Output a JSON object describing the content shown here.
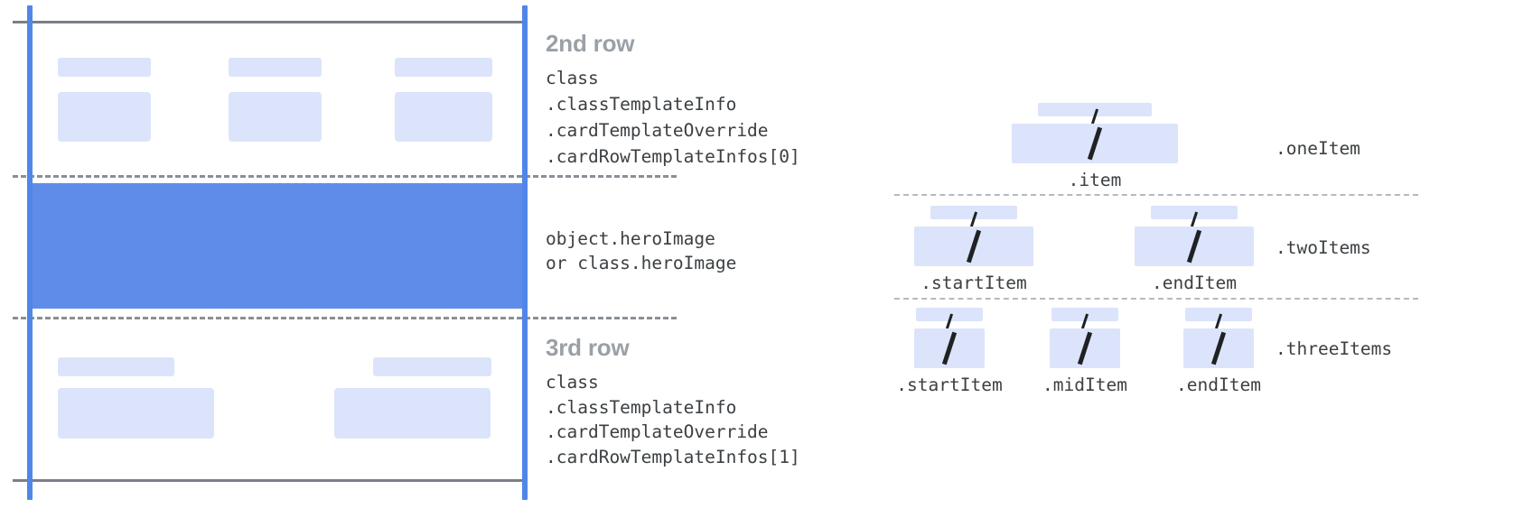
{
  "diagram": {
    "title_hidden": "",
    "left_panel": {
      "rows": [
        {
          "name": "second-row",
          "title": "2nd row",
          "code_lines": [
            "class",
            ".classTemplateInfo",
            ".cardTemplateOverride",
            ".cardRowTemplateInfos[0]"
          ],
          "placeholders": [
            {
              "kind": "label-bar"
            },
            {
              "kind": "label-bar"
            },
            {
              "kind": "label-bar"
            },
            {
              "kind": "value-box"
            },
            {
              "kind": "value-box"
            },
            {
              "kind": "value-box"
            }
          ]
        },
        {
          "name": "hero-image-row",
          "title": "",
          "code_lines": [
            "object.heroImage",
            "or class.heroImage"
          ],
          "placeholders": []
        },
        {
          "name": "third-row",
          "title": "3rd row",
          "code_lines": [
            "class",
            ".classTemplateInfo",
            ".cardTemplateOverride",
            ".cardRowTemplateInfos[1]"
          ],
          "placeholders": [
            {
              "kind": "label-bar"
            },
            {
              "kind": "label-bar"
            },
            {
              "kind": "value-box"
            },
            {
              "kind": "value-box"
            }
          ]
        }
      ]
    },
    "right_panel": {
      "groups": [
        {
          "name": "one-item",
          "group_label": ".oneItem",
          "items": [
            {
              "label": ".item",
              "glyph": "/"
            }
          ]
        },
        {
          "name": "two-items",
          "group_label": ".twoItems",
          "items": [
            {
              "label": ".startItem",
              "glyph": "/"
            },
            {
              "label": ".endItem",
              "glyph": "/"
            }
          ]
        },
        {
          "name": "three-items",
          "group_label": ".threeItems",
          "items": [
            {
              "label": ".startItem",
              "glyph": "/"
            },
            {
              "label": ".midItem",
              "glyph": "/"
            },
            {
              "label": ".endItem",
              "glyph": "/"
            }
          ]
        }
      ]
    },
    "colors": {
      "accent_blue": "#4f86e8",
      "hero_blue": "#5f8ce8",
      "placeholder_blue": "#dbe4fa",
      "rule_gray": "#7a7f87",
      "dashed_gray": "#8a8f97",
      "title_gray": "#9aa0a6",
      "code_gray": "#3c4043",
      "background": "#ffffff"
    }
  }
}
